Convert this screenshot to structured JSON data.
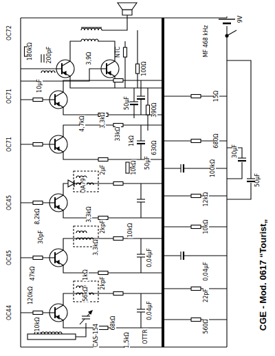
{
  "diagram": {
    "title": "CGE - Mod. 0617 “Tourist„",
    "labels": [
      "OC44",
      "OC45",
      "OC45",
      "OC71",
      "OC71",
      "OC72",
      "180kΩ",
      "200pF",
      "3,9Ω",
      "100Ω",
      "NTC",
      "50µF",
      "390Ω",
      "4,7kΩ",
      "3,3kΩ",
      "10µF",
      "33kΩ",
      "1kΩ",
      "630Ω",
      "50µF",
      "10kΩ",
      "OA79",
      "2µF",
      "8,2kΩ",
      "3,3kΩ",
      "2kpF",
      "10kΩ",
      "47kΩ",
      "30pF",
      "3,3kΩ",
      "2kpF",
      "0,04µF",
      "1kΩ",
      "120kΩ",
      "56kΩ",
      "10kΩ",
      "68kΩ",
      "0,04µF",
      "1,5kΩ",
      "CAS-154",
      "9V",
      "MF 468 kHz",
      "15Ω",
      "680Ω",
      "30µF",
      "50µF",
      "100kΩ",
      "12kΩ",
      "10kΩ",
      "0,04µF",
      "22pF",
      "560Ω",
      "OTTR"
    ]
  }
}
